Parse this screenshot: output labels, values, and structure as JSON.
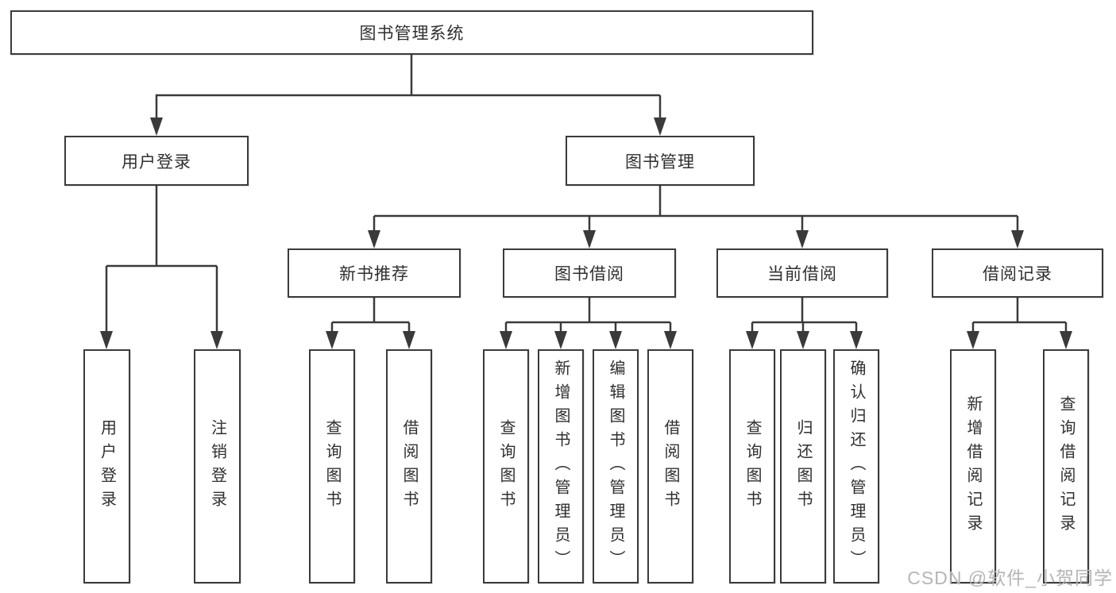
{
  "tree": {
    "label": "图书管理系统",
    "children": [
      {
        "label": "用户登录",
        "children": [
          {
            "label": "用户登录"
          },
          {
            "label": "注销登录"
          }
        ]
      },
      {
        "label": "图书管理",
        "children": [
          {
            "label": "新书推荐",
            "children": [
              {
                "label": "查询图书"
              },
              {
                "label": "借阅图书"
              }
            ]
          },
          {
            "label": "图书借阅",
            "children": [
              {
                "label": "查询图书"
              },
              {
                "label": "新增图书（管理员）"
              },
              {
                "label": "编辑图书（管理员）"
              },
              {
                "label": "借阅图书"
              }
            ]
          },
          {
            "label": "当前借阅",
            "children": [
              {
                "label": "查询图书"
              },
              {
                "label": "归还图书"
              },
              {
                "label": "确认归还（管理员）"
              }
            ]
          },
          {
            "label": "借阅记录",
            "children": [
              {
                "label": "新增借阅记录"
              },
              {
                "label": "查询借阅记录"
              }
            ]
          }
        ]
      }
    ]
  },
  "watermark": {
    "text": "CSDN @软件_小贺同学"
  },
  "colors": {
    "line": "#3a3a3a",
    "text": "#2f2f2f",
    "box_border": "#3b3b3b",
    "box_background": "#ffffff",
    "watermark": "#b5b5b5"
  }
}
